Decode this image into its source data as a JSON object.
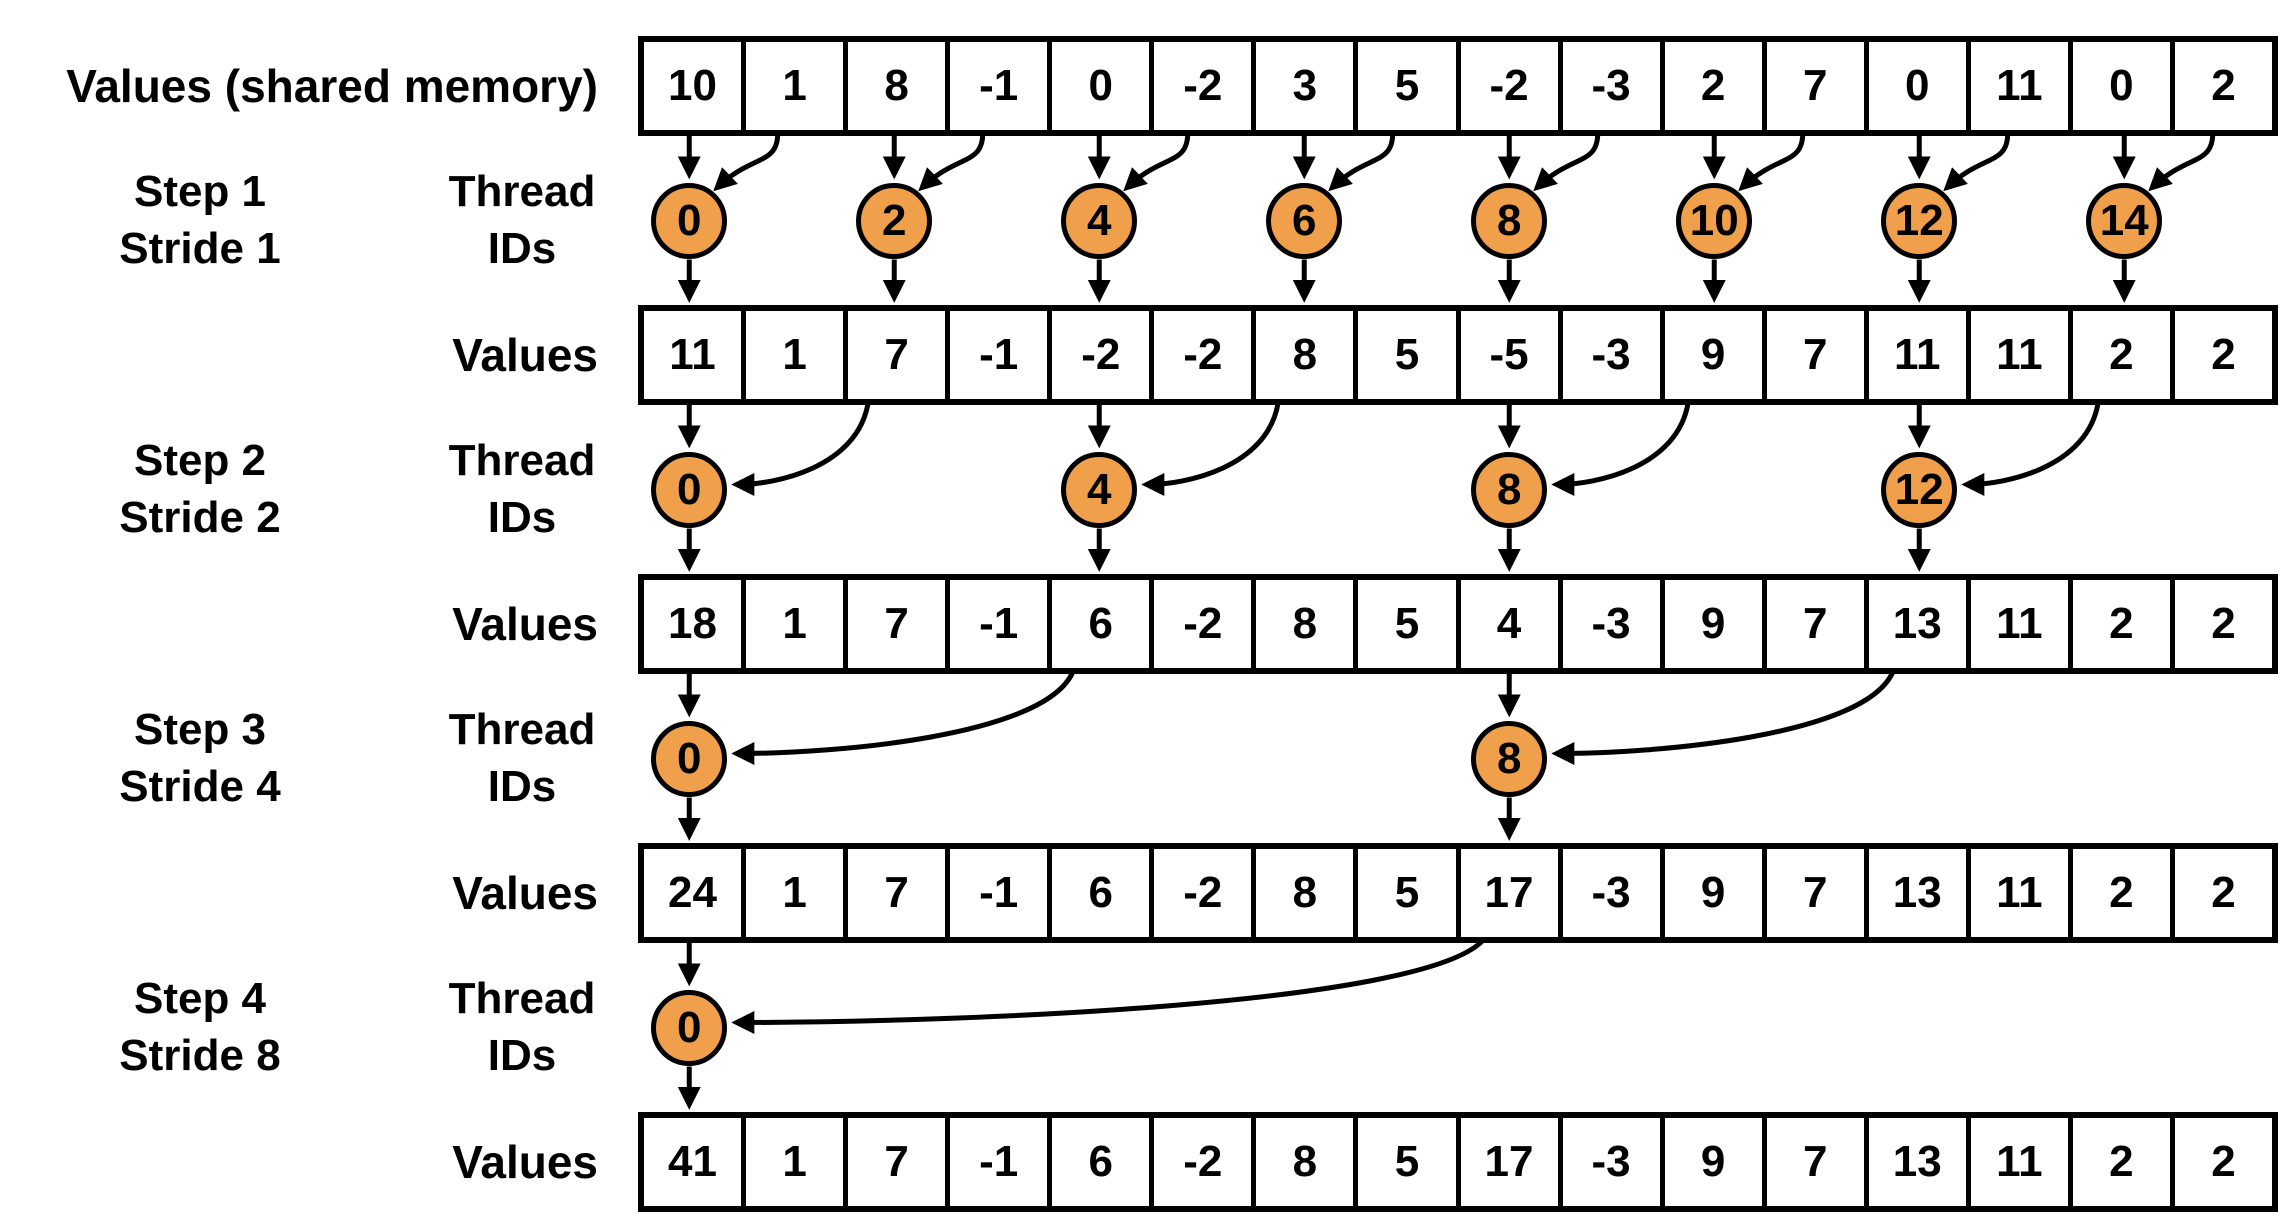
{
  "labels": {
    "shared_memory": "Values (shared memory)",
    "values": "Values",
    "thread": "Thread",
    "ids": "IDs"
  },
  "colors": {
    "circle_fill": "#F0A04B",
    "outline": "#000000",
    "background": "#FFFFFF"
  },
  "rows": [
    {
      "values": [
        "10",
        "1",
        "8",
        "-1",
        "0",
        "-2",
        "3",
        "5",
        "-2",
        "-3",
        "2",
        "7",
        "0",
        "11",
        "0",
        "2"
      ]
    },
    {
      "values": [
        "11",
        "1",
        "7",
        "-1",
        "-2",
        "-2",
        "8",
        "5",
        "-5",
        "-3",
        "9",
        "7",
        "11",
        "11",
        "2",
        "2"
      ]
    },
    {
      "values": [
        "18",
        "1",
        "7",
        "-1",
        "6",
        "-2",
        "8",
        "5",
        "4",
        "-3",
        "9",
        "7",
        "13",
        "11",
        "2",
        "2"
      ]
    },
    {
      "values": [
        "24",
        "1",
        "7",
        "-1",
        "6",
        "-2",
        "8",
        "5",
        "17",
        "-3",
        "9",
        "7",
        "13",
        "11",
        "2",
        "2"
      ]
    },
    {
      "values": [
        "41",
        "1",
        "7",
        "-1",
        "6",
        "-2",
        "8",
        "5",
        "17",
        "-3",
        "9",
        "7",
        "13",
        "11",
        "2",
        "2"
      ]
    }
  ],
  "steps": [
    {
      "step_label": "Step 1",
      "stride_label": "Stride 1",
      "stride": 1,
      "thread_ids": [
        0,
        2,
        4,
        6,
        8,
        10,
        12,
        14
      ]
    },
    {
      "step_label": "Step 2",
      "stride_label": "Stride 2",
      "stride": 2,
      "thread_ids": [
        0,
        4,
        8,
        12
      ]
    },
    {
      "step_label": "Step 3",
      "stride_label": "Stride 4",
      "stride": 4,
      "thread_ids": [
        0,
        8
      ]
    },
    {
      "step_label": "Step 4",
      "stride_label": "Stride 8",
      "stride": 8,
      "thread_ids": [
        0
      ]
    }
  ]
}
